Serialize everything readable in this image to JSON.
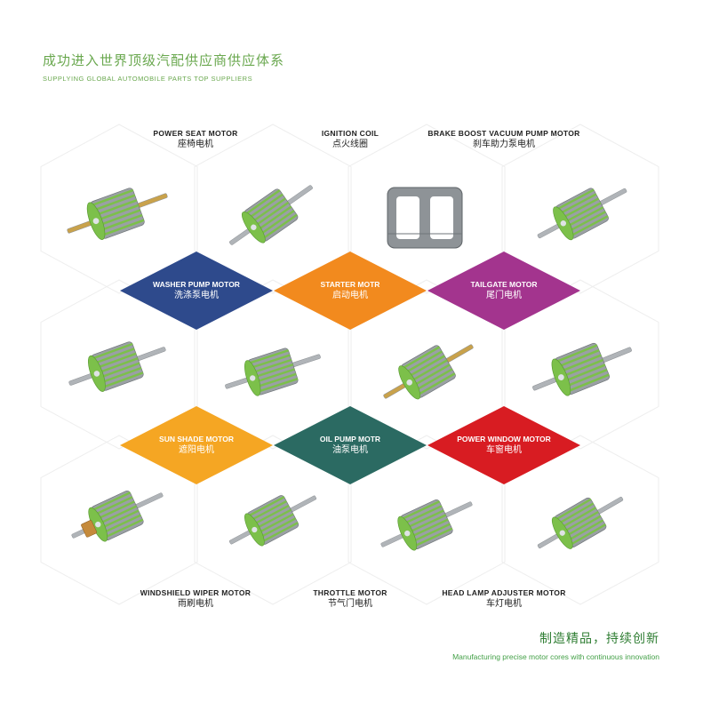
{
  "header": {
    "title_cn": "成功进入世界顶级汽配供应商供应体系",
    "title_en": "SUPPLYING GLOBAL AUTOMOBILE PARTS TOP SUPPLIERS"
  },
  "top_labels": [
    {
      "en": "POWER SEAT MOTOR",
      "cn": "座椅电机"
    },
    {
      "en": "IGNITION COIL",
      "cn": "点火线圈"
    },
    {
      "en": "BRAKE BOOST VACUUM PUMP MOTOR",
      "cn": "刹车助力泵电机"
    }
  ],
  "middle_labels": [
    {
      "en": "WASHER PUMP MOTOR",
      "cn": "洗涤泵电机",
      "color": "#2e4a8c"
    },
    {
      "en": "STARTER MOTR",
      "cn": "启动电机",
      "color": "#f28a1e"
    },
    {
      "en": "TAILGATE MOTOR",
      "cn": "尾门电机",
      "color": "#a3348e"
    }
  ],
  "lower_labels": [
    {
      "en": "SUN SHADE MOTOR",
      "cn": "遮阳电机",
      "color": "#f5a623"
    },
    {
      "en": "OIL PUMP MOTR",
      "cn": "油泵电机",
      "color": "#2b6a62"
    },
    {
      "en": "POWER WINDOW MOTOR",
      "cn": "车窗电机",
      "color": "#d81c22"
    }
  ],
  "bottom_labels": [
    {
      "en": "WINDSHIELD WIPER MOTOR",
      "cn": "雨刷电机"
    },
    {
      "en": "THROTTLE MOTOR",
      "cn": "节气门电机"
    },
    {
      "en": "HEAD LAMP ADJUSTER MOTOR",
      "cn": "车灯电机"
    }
  ],
  "footer": {
    "slogan_cn": "制造精品，持续创新",
    "slogan_en": "Manufacturing precise motor cores with continuous innovation"
  },
  "colors": {
    "accent_green": "#6aa84f",
    "core_green": "#7cc04a",
    "steel": "#9aa0a4"
  }
}
